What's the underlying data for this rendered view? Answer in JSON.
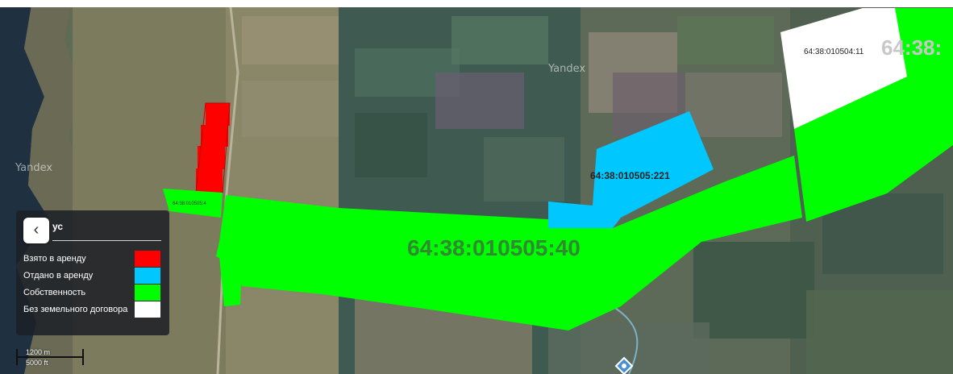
{
  "map": {
    "watermarks": [
      "Yandex",
      "Yandex"
    ],
    "parcels": [
      {
        "id": "64:38:010505:40",
        "status": "own"
      },
      {
        "id": "64:38:010505:221",
        "status": "leased_out"
      },
      {
        "id": "64:38:010504:11",
        "status": "none"
      },
      {
        "id": "64:38:010505:4",
        "status": "own"
      },
      {
        "id": "64:38:",
        "status": "own"
      },
      {
        "id": "",
        "status": "leased_in"
      }
    ]
  },
  "legend": {
    "title": "ус",
    "collapse_icon": "‹",
    "items": [
      {
        "label": "Взято в аренду",
        "color": "#ff0000"
      },
      {
        "label": "Отдано в аренду",
        "color": "#00c8ff"
      },
      {
        "label": "Собственность",
        "color": "#00ff00"
      },
      {
        "label": "Без земельного договора",
        "color": "#ffffff"
      }
    ]
  },
  "scale": {
    "metric": "1200 m",
    "imperial": "5000 ft"
  },
  "colors": {
    "leased_in": "#ff0000",
    "leased_out": "#00c8ff",
    "own": "#00ff00",
    "none": "#ffffff"
  }
}
